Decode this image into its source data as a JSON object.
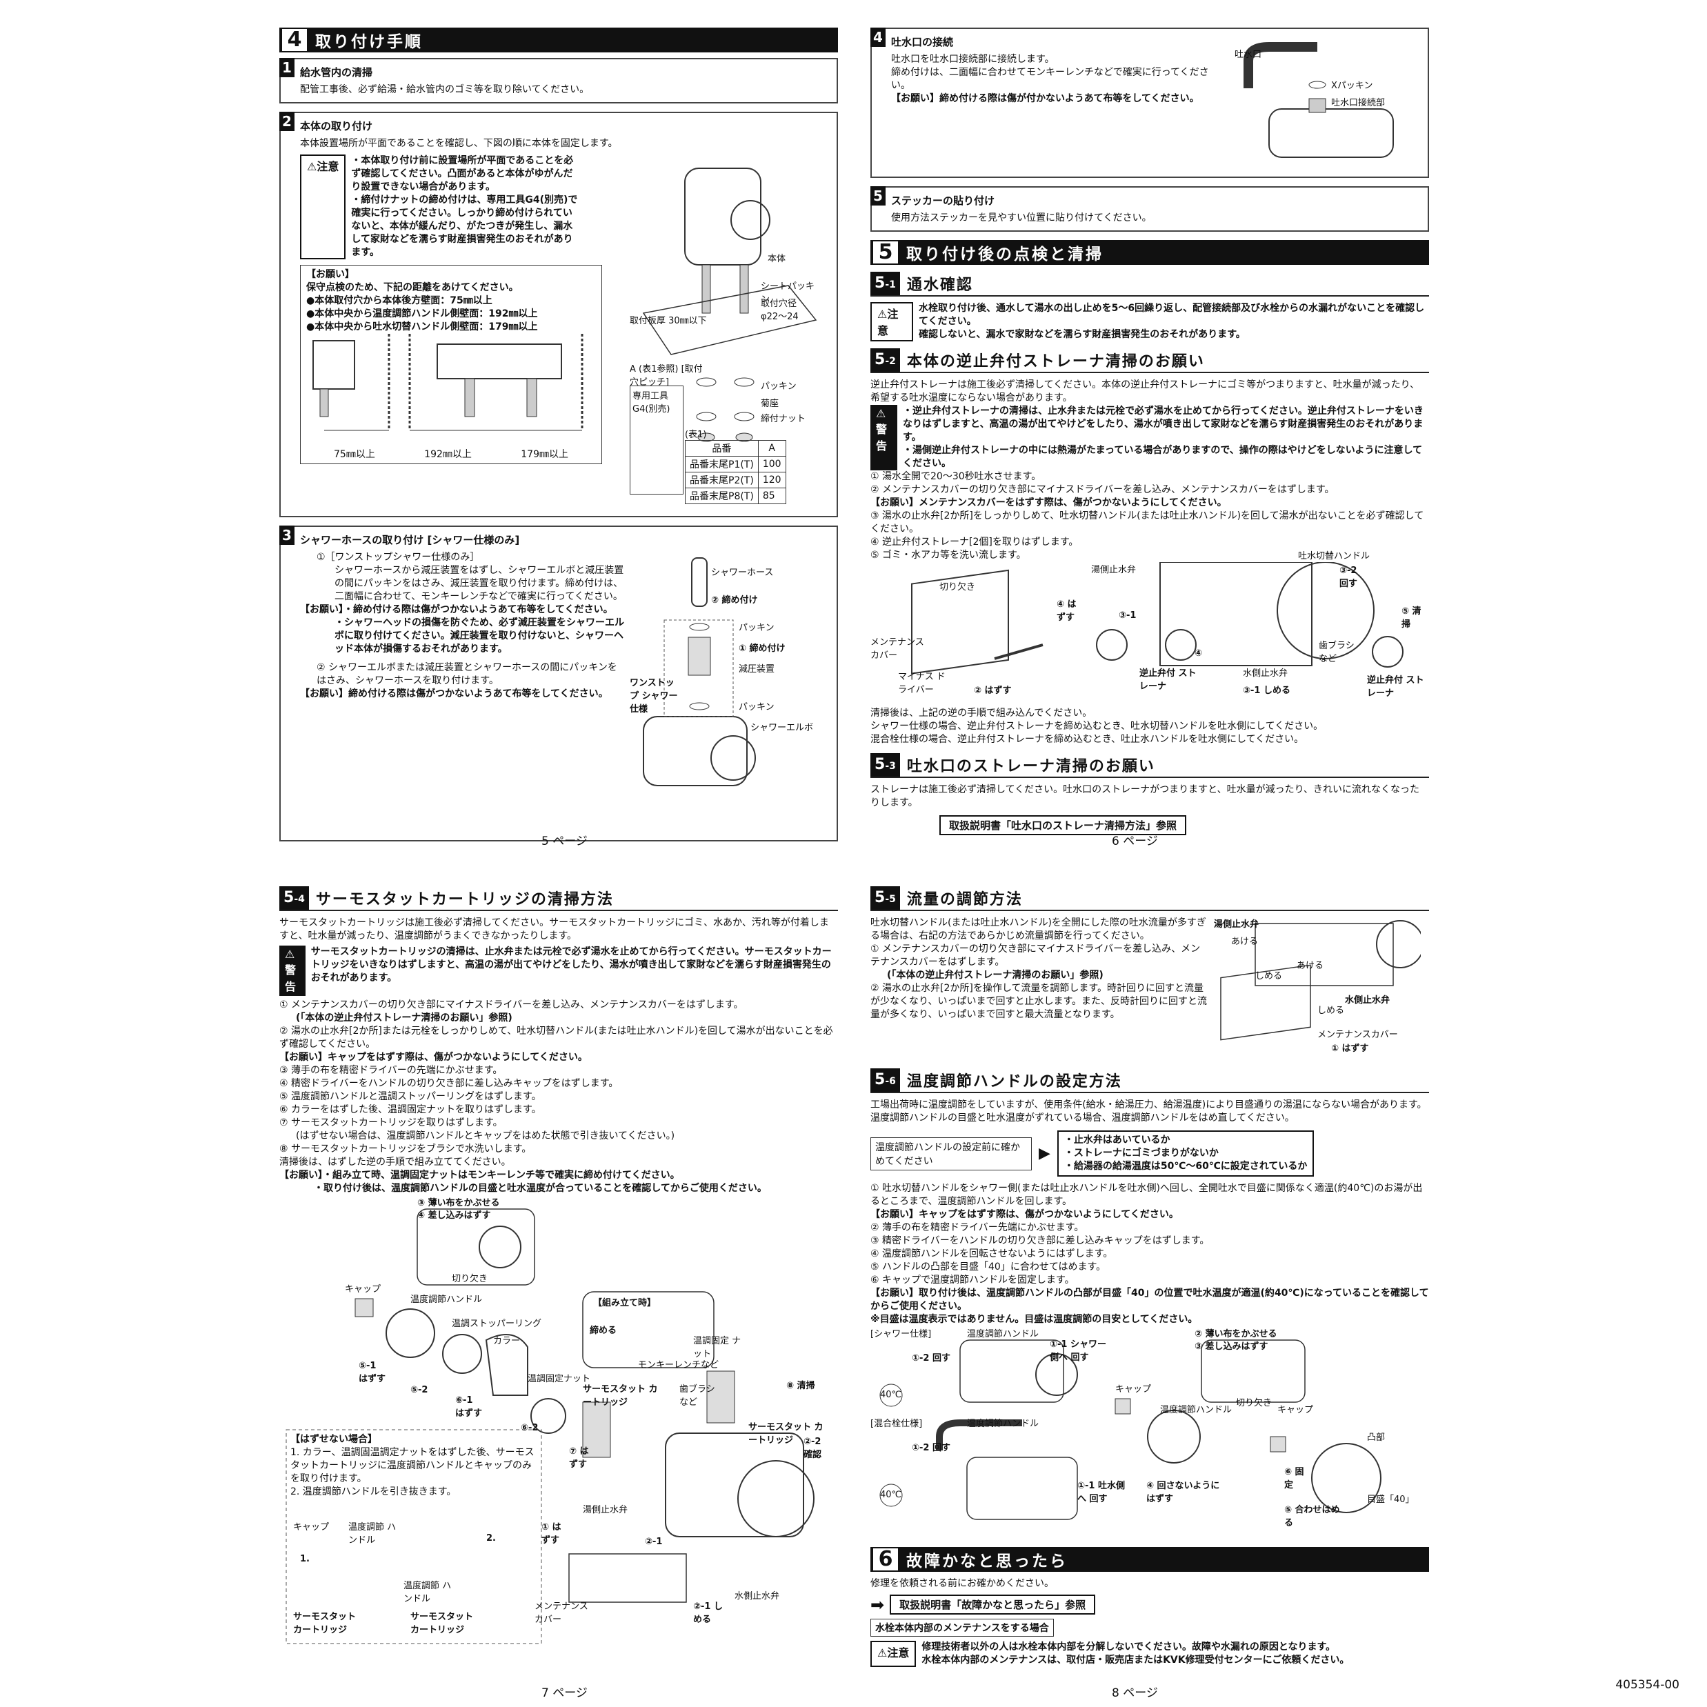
{
  "p5": {
    "sec4_num": "4",
    "sec4_title": "取り付け手順",
    "s1_tag": "1",
    "s1_title": "給水管内の清掃",
    "s1_text": "配管工事後、必ず給湯・給水管内のゴミ等を取り除いてください。",
    "s2_tag": "2",
    "s2_title": "本体の取り付け",
    "s2_text": "本体設置場所が平面であることを確認し、下図の順に本体を固定します。",
    "s2_caution": "⚠注意",
    "s2_c1": "・本体取り付け前に設置場所が平面であることを必ず確認してください。凸面があると本体がゆがんだり設置できない場合があります。",
    "s2_c2": "・締付けナットの締め付けは、専用工具G4(別売)で確実に行ってください。しっかり締め付けられていないと、本体が緩んだり、がたつきが発生し、漏水して家財などを濡らす財産損害発生のおそれがあります。",
    "s2_req": "【お願い】",
    "s2_r1": "保守点検のため、下記の距離をあけてください。",
    "s2_r2": "●本体取付穴から本体後方壁面：75㎜以上",
    "s2_r3": "●本体中央から温度調節ハンドル側壁面：192㎜以上",
    "s2_r4": "●本体中央から吐水切替ハンドル側壁面：179㎜以上",
    "dim1": "75㎜以上",
    "dim2": "192㎜以上",
    "dim3": "179㎜以上",
    "lbl_thick": "取付板厚 30㎜以下",
    "lbl_body": "本体",
    "lbl_sheet": "シートパッキン",
    "lbl_hole": "取付穴径 φ22〜24",
    "lbl_a": "A (表1参照) [取付穴ピッチ]",
    "lbl_packing": "パッキン",
    "lbl_kikuza": "菊座",
    "lbl_nut": "締付ナット",
    "lbl_tool": "専用工具 G4(別売)",
    "tbl_caption": "(表1)",
    "tbl_head": [
      "品番",
      "A"
    ],
    "tbl_rows": [
      [
        "品番末尾P1(T)",
        "100"
      ],
      [
        "品番末尾P2(T)",
        "120"
      ],
      [
        "品番末尾P8(T)",
        "85"
      ]
    ],
    "s3_tag": "3",
    "s3_title": "シャワーホースの取り付け [シャワー仕様のみ]",
    "s3_l1": "①［ワンストップシャワー仕様のみ］",
    "s3_l2": "シャワーホースから減圧装置をはずし、シャワーエルボと減圧装置の間にパッキンをはさみ、減圧装置を取り付けます。締め付けは、二面幅に合わせて、モンキーレンチなどで確実に行ってください。",
    "s3_l3": "【お願い】・締め付ける際は傷がつかないようあて布等をしてください。",
    "s3_l4": "・シャワーヘッドの損傷を防ぐため、必ず減圧装置をシャワーエルボに取り付けてください。減圧装置を取り付けないと、シャワーヘッド本体が損傷するおそれがあります。",
    "s3_l5": "② シャワーエルボまたは減圧装置とシャワーホースの間にパッキンをはさみ、シャワーホースを取り付けます。",
    "s3_l6": "【お願い】締め付ける際は傷がつかないようあて布等をしてください。",
    "f3_hose": "シャワーホース",
    "f3_tighten2": "② 締め付け",
    "f3_packing": "パッキン",
    "f3_tighten1": "① 締め付け",
    "f3_reducer": "減圧装置",
    "f3_onestop": "ワンストップ シャワー仕様",
    "f3_packing2": "パッキン",
    "f3_elbow": "シャワーエルボ",
    "page": "5 ページ"
  },
  "p6": {
    "s4_tag": "4",
    "s4_title": "吐水口の接続",
    "s4_l1": "吐水口を吐水口接続部に接続します。",
    "s4_l2": "締め付けは、二面幅に合わせてモンキーレンチなどで確実に行ってください。",
    "s4_l3": "【お願い】締め付ける際は傷が付かないようあて布等をしてください。",
    "f4_spout": "吐水口",
    "f4_x": "Xパッキン",
    "f4_conn": "吐水口接続部",
    "s5_tag": "5",
    "s5_title": "ステッカーの貼り付け",
    "s5_text": "使用方法ステッカーを見やすい位置に貼り付けてください。",
    "sec5_num": "5",
    "sec5_title": "取り付け後の点検と清掃",
    "s51_num": "5",
    "s51_sub": "-1",
    "s51_title": "通水確認",
    "s51_caution": "⚠注意",
    "s51_t1": "水栓取り付け後、通水して湯水の出し止めを5〜6回繰り返し、配管接続部及び水栓からの水漏れがないことを確認してください。",
    "s51_t2": "確認しないと、漏水で家財などを濡らす財産損害発生のおそれがあります。",
    "s52_num": "5",
    "s52_sub": "-2",
    "s52_title": "本体の逆止弁付ストレーナ清掃のお願い",
    "s52_t1": "逆止弁付ストレーナは施工後必ず清掃してください。本体の逆止弁付ストレーナにゴミ等がつまりますと、吐水量が減ったり、希望する吐水温度にならない場合があります。",
    "s52_warn": "⚠警告",
    "s52_w1": "・逆止弁付ストレーナの清掃は、止水弁または元栓で必ず湯水を止めてから行ってください。逆止弁付ストレーナをいきなりはずしますと、高温の湯が出てやけどをしたり、湯水が噴き出して家財などを濡らす財産損害発生のおそれがあります。",
    "s52_w2": "・湯側逆止弁付ストレーナの中には熱湯がたまっている場合がありますので、操作の際はやけどをしないように注意してください。",
    "s52_l1": "① 湯水全開で20〜30秒吐水させます。",
    "s52_l2": "② メンテナンスカバーの切り欠き部にマイナスドライバーを差し込み、メンテナンスカバーをはずします。",
    "s52_l3": "【お願い】メンテナンスカバーをはずす際は、傷がつかないようにしてください。",
    "s52_l4": "③ 湯水の止水弁[2か所]をしっかりしめて、吐水切替ハンドル(または吐止水ハンドル)を回して湯水が出ないことを必ず確認してください。",
    "s52_l5": "④ 逆止弁付ストレーナ[2個]を取りはずします。",
    "s52_l6": "⑤ ゴミ・水アカ等を洗い流します。",
    "f52_hot": "湯側止水弁",
    "f52_switch": "吐水切替ハンドル",
    "f52_32": "③-2 回す",
    "f52_notch": "切り欠き",
    "f52_4": "④ はずす",
    "f52_31": "③-1",
    "f52_5": "⑤ 清掃",
    "f52_brush": "歯ブラシ など",
    "f52_cover": "メンテナンス カバー",
    "f52_driver": "マイナス ドライバー",
    "f52_2": "② はずす",
    "f52_strainer": "逆止弁付 ストレーナ",
    "f52_4b": "④",
    "f52_cold": "水側止水弁",
    "f52_31b": "③-1 しめる",
    "f52_strainer2": "逆止弁付 ストレーナ",
    "s52_e1": "清掃後は、上記の逆の手順で組み込んでください。",
    "s52_e2": "シャワー仕様の場合、逆止弁付ストレーナを締め込むとき、吐水切替ハンドルを吐水側にしてください。",
    "s52_e3": "混合栓仕様の場合、逆止弁付ストレーナを締め込むとき、吐止水ハンドルを吐水側にしてください。",
    "s53_num": "5",
    "s53_sub": "-3",
    "s53_title": "吐水口のストレーナ清掃のお願い",
    "s53_t1": "ストレーナは施工後必ず清掃してください。吐水口のストレーナがつまりますと、吐水量が減ったり、きれいに流れなくなったりします。",
    "s53_ref": "取扱説明書「吐水口のストレーナ清掃方法」参照",
    "page": "6 ページ"
  },
  "p7": {
    "s54_num": "5",
    "s54_sub": "-4",
    "s54_title": "サーモスタットカートリッジの清掃方法",
    "s54_t1": "サーモスタットカートリッジは施工後必ず清掃してください。サーモスタットカートリッジにゴミ、水あか、汚れ等が付着しますと、吐水量が減ったり、温度調節がうまくできなかったりします。",
    "s54_warn": "⚠警告",
    "s54_w": "サーモスタットカートリッジの清掃は、止水弁または元栓で必ず湯水を止めてから行ってください。サーモスタットカートリッジをいきなりはずしますと、高温の湯が出てやけどをしたり、湯水が噴き出して家財などを濡らす財産損害発生のおそれがあります。",
    "s54_l1": "① メンテナンスカバーの切り欠き部にマイナスドライバーを差し込み、メンテナンスカバーをはずします。",
    "s54_l1b": "(「本体の逆止弁付ストレーナ清掃のお願い」参照)",
    "s54_l2": "② 湯水の止水弁[2か所]または元栓をしっかりしめて、吐水切替ハンドル(または吐止水ハンドル)を回して湯水が出ないことを必ず確認してください。",
    "s54_l3": "【お願い】キャップをはずす際は、傷がつかないようにしてください。",
    "s54_l4": "③ 薄手の布を精密ドライバーの先端にかぶせます。",
    "s54_l5": "④ 精密ドライバーをハンドルの切り欠き部に差し込みキャップをはずします。",
    "s54_l6": "⑤ 温度調節ハンドルと温調ストッパーリングをはずします。",
    "s54_l7": "⑥ カラーをはずした後、温調固定ナットを取りはずします。",
    "s54_l8": "⑦ サーモスタットカートリッジを取りはずします。",
    "s54_l8b": "(はずせない場合は、温度調節ハンドルとキャップをはめた状態で引き抜いてください。)",
    "s54_l9": "⑧ サーモスタットカートリッジをブラシで水洗いします。",
    "s54_l10": "清掃後は、はずした逆の手順で組み立ててください。",
    "s54_l11": "【お願い】・組み立て時、温調固定ナットはモンキーレンチ等で確実に締め付けてください。",
    "s54_l12": "・取り付け後は、温度調節ハンドルの目盛と吐水温度が合っていることを確認してからご使用ください。",
    "f_3": "③ 薄い布をかぶせる",
    "f_4": "④ 差し込みはずす",
    "f_notch": "切り欠き",
    "f_cap": "キャップ",
    "f_handle": "温度調節ハンドル",
    "f_stopper": "温調ストッパーリング",
    "f_collar": "カラー",
    "f_51": "⑤-1 はずす",
    "f_52": "⑤-2",
    "f_61": "⑥-1 はずす",
    "f_62": "⑥-2",
    "f_nut": "温調固定ナット",
    "f_cart": "サーモスタット カートリッジ",
    "f_assy": "【組み立て時】",
    "f_tight": "締める",
    "f_nut2": "温調固定 ナット",
    "f_monkey": "モンキーレンチなど",
    "f_brush": "歯ブラシ など",
    "f_8": "⑧ 清掃",
    "f_cart2": "サーモスタット カートリッジ",
    "f_7": "⑦ はずす",
    "f_22": "②-2 確認",
    "f_hot": "湯側止水弁",
    "f_1": "① はずす",
    "f_21": "②-1",
    "f_cover": "メンテナンス カバー",
    "f_cold": "水側止水弁",
    "f_21b": "②-1 しめる",
    "ns_title": "【はずせない場合】",
    "ns_1": "1. カラー、温調固温調定ナットをはずした後、サーモスタットカートリッジに温度調節ハンドルとキャップのみを取り付けます。",
    "ns_2": "2. 温度調節ハンドルを引き抜きます。",
    "ns_cap": "キャップ",
    "ns_handle": "温度調節 ハンドル",
    "ns_handle2": "温度調節 ハンドル",
    "ns_cart": "サーモスタット カートリッジ",
    "ns_cart2": "サーモスタット カートリッジ",
    "ns_a": "1.",
    "ns_b": "2.",
    "page": "7 ページ"
  },
  "p8": {
    "s55_num": "5",
    "s55_sub": "-5",
    "s55_title": "流量の調節方法",
    "s55_t1": "吐水切替ハンドル(または吐止水ハンドル)を全開にした際の吐水流量が多すぎる場合は、右記の方法であらかじめ流量調節を行ってください。",
    "s55_l1": "① メンテナンスカバーの切り欠き部にマイナスドライバーを差し込み、メンテナンスカバーをはずします。",
    "s55_l1b": "(「本体の逆止弁付ストレーナ清掃のお願い」参照)",
    "s55_l2": "② 湯水の止水弁[2か所]を操作して流量を調節します。時計回りに回すと流量が少なくなり、いっぱいまで回すと止水します。また、反時計回りに回すと流量が多くなり、いっぱいまで回すと最大流量となります。",
    "f55_hot": "湯側止水弁",
    "f55_open": "あける",
    "f55_open2": "あける",
    "f55_close": "しめる",
    "f55_close2": "しめる",
    "f55_cold": "水側止水弁",
    "f55_cover": "メンテナンスカバー",
    "f55_1": "① はずす",
    "s56_num": "5",
    "s56_sub": "-6",
    "s56_title": "温度調節ハンドルの設定方法",
    "s56_t1": "工場出荷時に温度調節をしていますが、使用条件(給水・給湯圧力、給湯温度)により目盛通りの湯温にならない場合があります。温度調節ハンドルの目盛と吐水温度がずれている場合、温度調節ハンドルをはめ直してください。",
    "s56_pre": "温度調節ハンドルの設定前に確かめてください",
    "s56_c1": "・止水弁はあいているか",
    "s56_c2": "・ストレーナにゴミづまりがないか",
    "s56_c3": "・給湯器の給湯温度は50℃〜60℃に設定されているか",
    "s56_l1": "① 吐水切替ハンドルをシャワー側(または吐止水ハンドルを吐水側)へ回し、全開吐水で目盛に関係なく適温(約40℃)のお湯が出るところまで、温度調節ハンドルを回します。",
    "s56_l2": "【お願い】キャップをはずす際は、傷がつかないようにしてください。",
    "s56_l3": "② 薄手の布を精密ドライバー先端にかぶせます。",
    "s56_l4": "③ 精密ドライバーをハンドルの切り欠き部に差し込みキャップをはずします。",
    "s56_l5": "④ 温度調節ハンドルを回転させないようにはずします。",
    "s56_l6": "⑤ ハンドルの凸部を目盛「40」に合わせてはめます。",
    "s56_l7": "⑥ キャップで温度調節ハンドルを固定します。",
    "s56_l8": "【お願い】取り付け後は、温度調節ハンドルの凸部が目盛「40」の位置で吐水温度が適温(約40℃)になっていることを確認してからご使用ください。",
    "s56_l9": "※目盛は温度表示ではありません。目盛は温度調節の目安としてください。",
    "f56_shower": "[シャワー仕様]",
    "f56_handle": "温度調節ハンドル",
    "f56_12": "①-2 回す",
    "f56_11": "①-1 シャワー側へ 回す",
    "f56_40a": "40℃",
    "f56_2": "② 薄い布をかぶせる",
    "f56_3": "③ 差し込みはずす",
    "f56_notch": "切り欠き",
    "f56_cap": "キャップ",
    "f56_mix": "[混合栓仕様]",
    "f56_handle2": "温度調節ハンドル",
    "f56_handle3": "温度調節ハンドル",
    "f56_cap2": "キャップ",
    "f56_bump": "凸部",
    "f56_12b": "①-2 回す",
    "f56_40b": "40℃",
    "f56_11b": "①-1 吐水側へ 回す",
    "f56_4": "④ 回さないように はずす",
    "f56_6": "⑥ 固定",
    "f56_5": "⑤ 合わせはめる",
    "f56_mark": "目盛「40」",
    "sec6_num": "6",
    "sec6_title": "故障かなと思ったら",
    "s6_t1": "修理を依頼される前にお確かめください。",
    "s6_ref": "取扱説明書「故障かなと思ったら」参照",
    "s6_mt": "水栓本体内部のメンテナンスをする場合",
    "s6_caution": "⚠注意",
    "s6_c1": "修理技術者以外の人は水栓本体内部を分解しないでください。故障や水漏れの原因となります。",
    "s6_c2": "水栓本体内部のメンテナンスは、取付店・販売店またはKVK修理受付センターにご依頼ください。",
    "page": "8 ページ",
    "docno": "405354-00"
  }
}
